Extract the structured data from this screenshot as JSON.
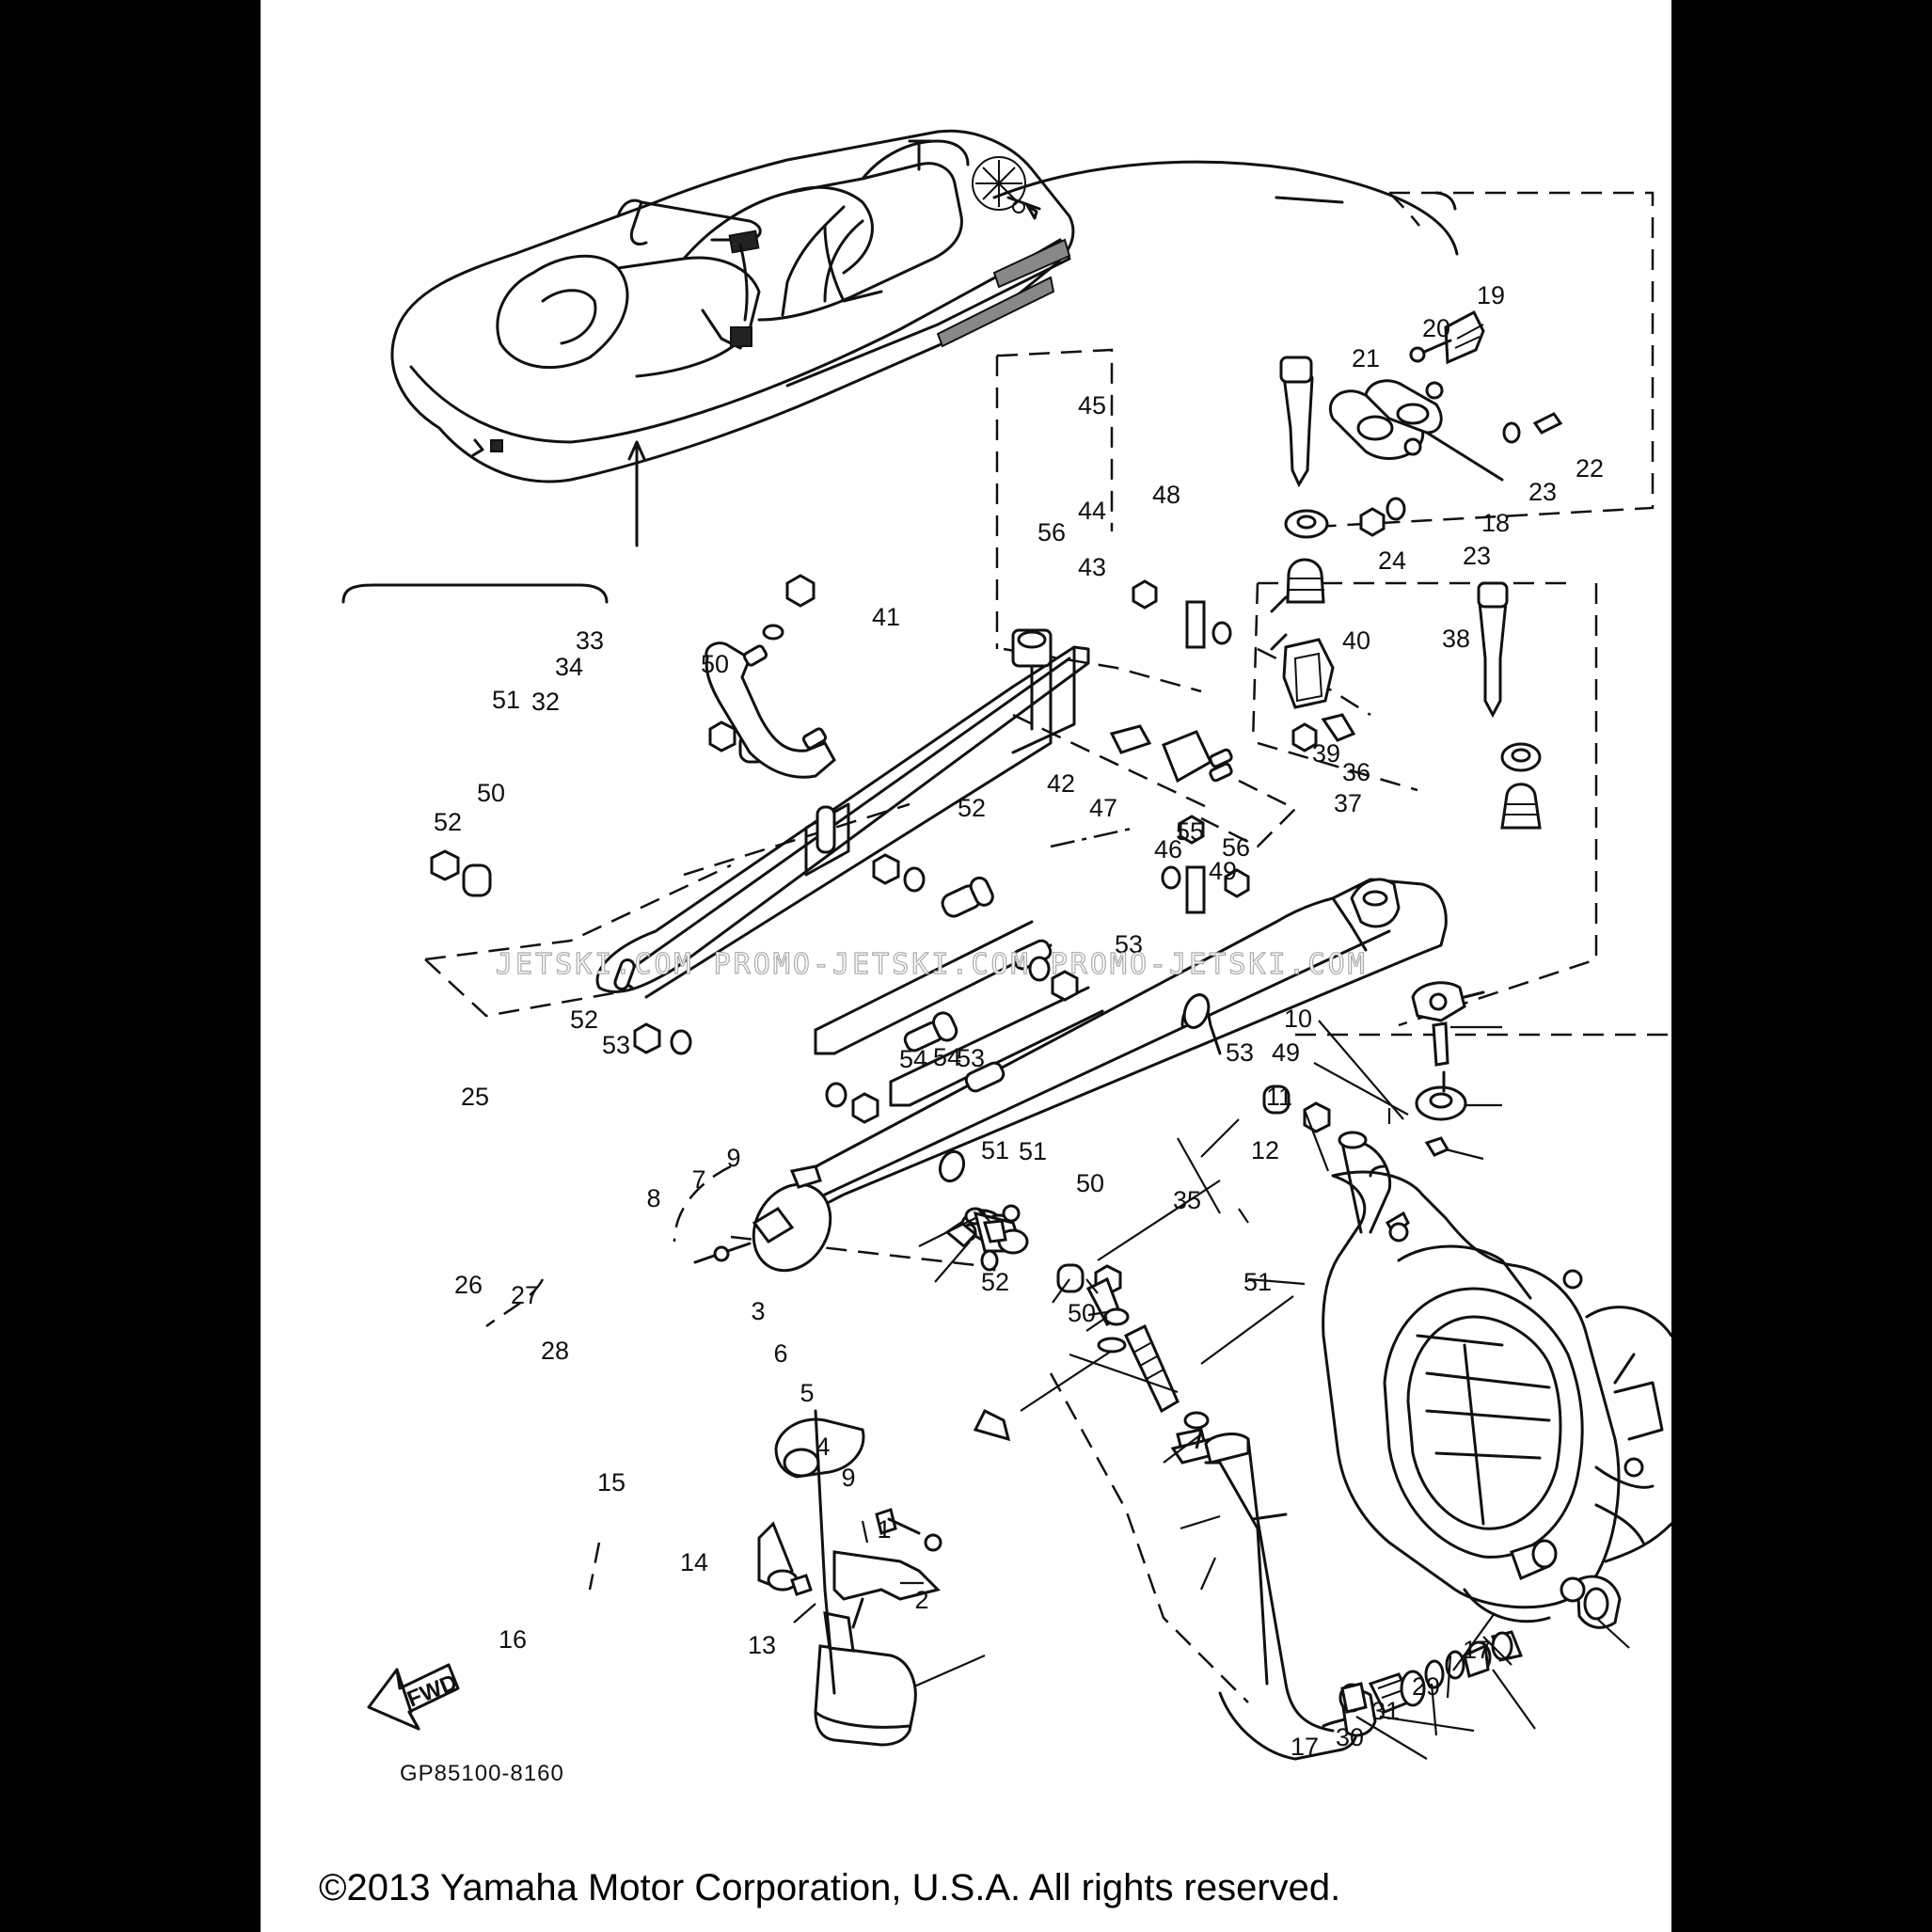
{
  "diagram": {
    "catalog_code": "GP85100-8160",
    "watermark": "JETSKI.COM   PROMO-JETSKI.COM   PROMO-JETSKI.COM",
    "fwd_label": "FWD",
    "copyright": "©2013 Yamaha Motor Corporation, U.S.A. All rights reserved.",
    "callouts": [
      "1",
      "2",
      "3",
      "4",
      "5",
      "6",
      "7",
      "8",
      "9",
      "9",
      "10",
      "11",
      "12",
      "13",
      "14",
      "15",
      "16",
      "17",
      "17",
      "18",
      "19",
      "20",
      "21",
      "22",
      "23",
      "23",
      "24",
      "25",
      "26",
      "27",
      "28",
      "29",
      "30",
      "31",
      "32",
      "33",
      "34",
      "35",
      "36",
      "37",
      "38",
      "39",
      "40",
      "41",
      "42",
      "43",
      "44",
      "45",
      "46",
      "47",
      "48",
      "49",
      "49",
      "50",
      "50",
      "50",
      "50",
      "51",
      "51",
      "51",
      "51",
      "52",
      "52",
      "52",
      "52",
      "53",
      "53",
      "53",
      "53",
      "54",
      "54",
      "55",
      "56",
      "56"
    ]
  }
}
